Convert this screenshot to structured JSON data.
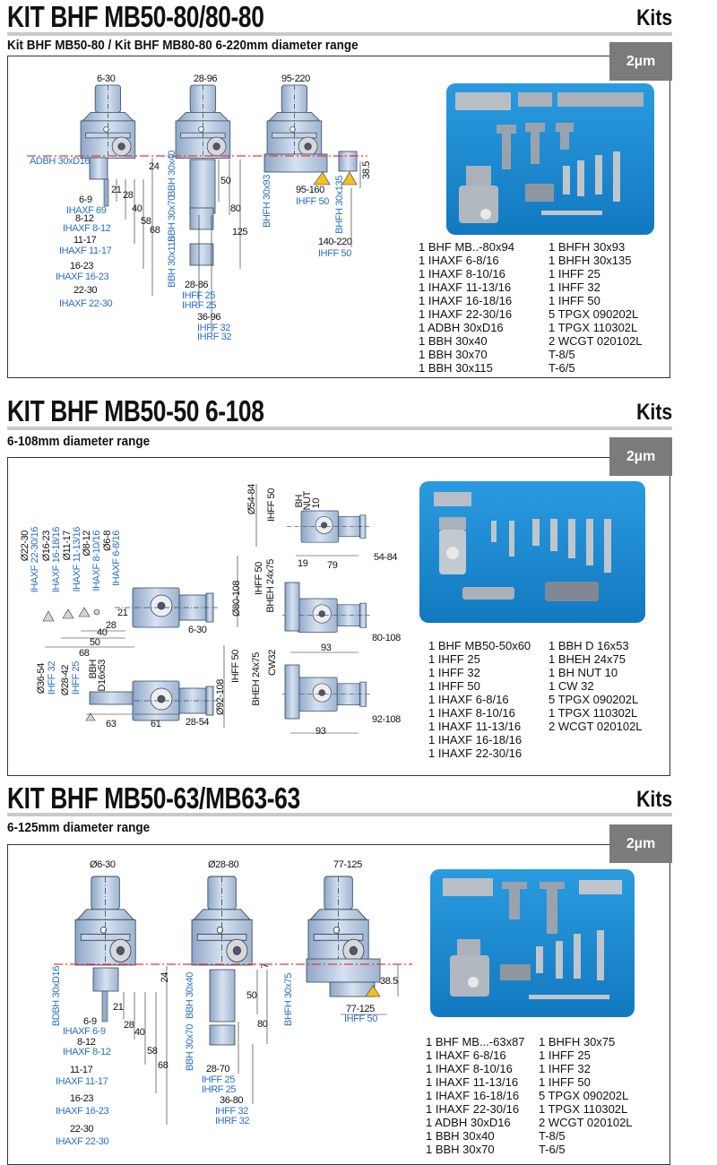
{
  "colors": {
    "badge": "#7b7b7b",
    "tool_label": "#2a6fc4",
    "centerline": "#e8393a",
    "photo_bg": "#1a8ad0"
  },
  "sections": [
    {
      "title": "KIT BHF MB50-80/80-80",
      "kits": "Kits",
      "subtitle": "Kit BHF MB50-80 / Kit BHF MB80-80 6-220mm diameter range",
      "badge": "2µm",
      "items_left": [
        "1 BHF MB..-80x94",
        "1 IHAXF 6-8/16",
        "1 IHAXF 8-10/16",
        "1 IHAXF 11-13/16",
        "1 IHAXF 16-18/16",
        "1 IHAXF 22-30/16",
        "1 ADBH 30xD16",
        "1 BBH 30x40",
        "1 BBH 30x70",
        "1 BBH 30x115"
      ],
      "items_right": [
        "1 BHFH 30x93",
        "1 BHFH 30x135",
        "1 IHFF 25",
        "1 IHFF 32",
        "1 IHFF 50",
        "5 TPGX 090202L",
        "1 TPGX 110302L",
        "2 WCGT 020102L",
        "T-8/5",
        "T-6/5"
      ],
      "labels": [
        "6-30",
        "28-96",
        "95-220",
        "ADBH 30xD16",
        "24",
        "21",
        "28",
        "40",
        "58",
        "68",
        "6-9",
        "IHAXF 69",
        "8-12",
        "IHAXF 8-12",
        "11-17",
        "IHAXF 11-17",
        "16-23",
        "IHAXF 16-23",
        "22-30",
        "IHAXF 22-30",
        "BBH 30x40",
        "BBH 30x70",
        "BBH 30x115",
        "50",
        "80",
        "125",
        "28-86",
        "IHFF 25",
        "IHRF 25",
        "36-96",
        "IHFF 32",
        "IHRF 32",
        "BHFH 30x93",
        "95-160",
        "IHFF 50",
        "BHFH 30x135",
        "38.5",
        "140-220",
        "IHFF 50"
      ]
    },
    {
      "title": "KIT BHF MB50-50 6-108",
      "kits": "Kits",
      "subtitle": "6-108mm diameter range",
      "badge": "2µm",
      "items_left": [
        "1 BHF MB50-50x60",
        "1 IHFF 25",
        "1 IHFF 32",
        "1 IHFF 50",
        "1 IHAXF 6-8/16",
        "1 IHAXF 8-10/16",
        "1 IHAXF 11-13/16",
        "1 IHAXF 16-18/16",
        "1 IHAXF 22-30/16"
      ],
      "items_right": [
        "1 BBH D 16x53",
        "1 BHEH 24x75",
        "1 BH NUT 10",
        "1 CW 32",
        "5 TPGX 090202L",
        "1 TPGX 110302L",
        "2 WCGT 020102L"
      ],
      "labels": [
        "Ø22-30",
        "IHAXF 22-30/16",
        "Ø16-23",
        "IHAXF 16-18/16",
        "Ø11-17",
        "IHAXF 11-13/16",
        "Ø8-12",
        "IHAXF 8-10/16",
        "Ø6-8",
        "IHAXF 6-8/16",
        "21",
        "28",
        "40",
        "50",
        "68",
        "6-30",
        "Ø36-54",
        "IHFF 32",
        "Ø28-42",
        "IHFF 25",
        "BBH",
        "D16x53",
        "63",
        "61",
        "28-54",
        "Ø54-84",
        "IHFF 50",
        "BH",
        "NUT",
        "10",
        "19",
        "79",
        "54-84",
        "Ø80-108",
        "IHFF 50",
        "BHEH 24x75",
        "80-108",
        "93",
        "Ø92-108",
        "IHFF 50",
        "BHEH 24x75",
        "CW32",
        "92-108",
        "93"
      ]
    },
    {
      "title": "KIT BHF MB50-63/MB63-63",
      "kits": "Kits",
      "subtitle": "6-125mm diameter range",
      "badge": "2µm",
      "items_left": [
        "1 BHF MB...-63x87",
        "1 IHAXF 6-8/16",
        "1 IHAXF 8-10/16",
        "1 IHAXF 11-13/16",
        "1 IHAXF 16-18/16",
        "1 IHAXF 22-30/16",
        "1 ADBH 30xD16",
        "1 BBH 30x40",
        "1 BBH 30x70"
      ],
      "items_right": [
        "1 BHFH 30x75",
        "1 IHFF 25",
        "1 IHFF 32",
        "1 IHFF 50",
        "5 TPGX 090202L",
        "1 TPGX 110302L",
        "2 WCGT 020102L",
        "T-8/5",
        "T-6/5"
      ],
      "labels": [
        "Ø6-30",
        "Ø28-80",
        "77-125",
        "BDBH 30xD16",
        "24",
        "21",
        "28",
        "40",
        "58",
        "68",
        "6-9",
        "IHAXF 6-9",
        "8-12",
        "IHAXF 8-12",
        "11-17",
        "IHAXF 11-17",
        "16-23",
        "IHAXF 16-23",
        "22-30",
        "IHAXF 22-30",
        "BBH 30x40",
        "BBH 30x70",
        "7",
        "50",
        "80",
        "28-70",
        "IHFF 25",
        "IHRF 25",
        "36-80",
        "IHFF 32",
        "IHRF 32",
        "BHFH 30x75",
        "38.5",
        "77-125",
        "IHFF 50"
      ]
    }
  ]
}
